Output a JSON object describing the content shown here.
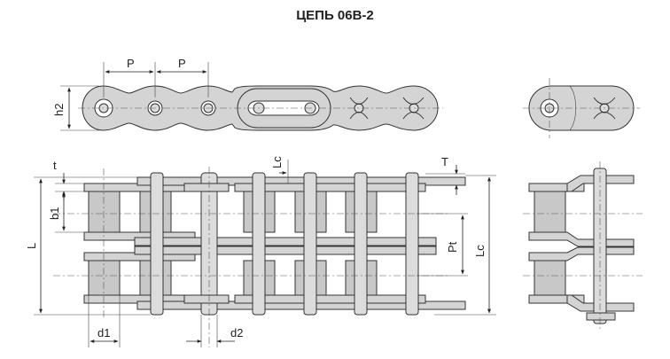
{
  "title": "ЦЕПЬ 06В-2",
  "labels": {
    "p1": "P",
    "p2": "P",
    "h2": "h2",
    "t": "t",
    "lc_top": "Lc",
    "T": "T",
    "b1": "b1",
    "L": "L",
    "pt": "Pt",
    "lc_side": "Lc",
    "d1": "d1",
    "d2": "d2"
  },
  "colors": {
    "part_fill": "#d4d4d4",
    "outline": "#333333",
    "dimension": "#222222"
  }
}
